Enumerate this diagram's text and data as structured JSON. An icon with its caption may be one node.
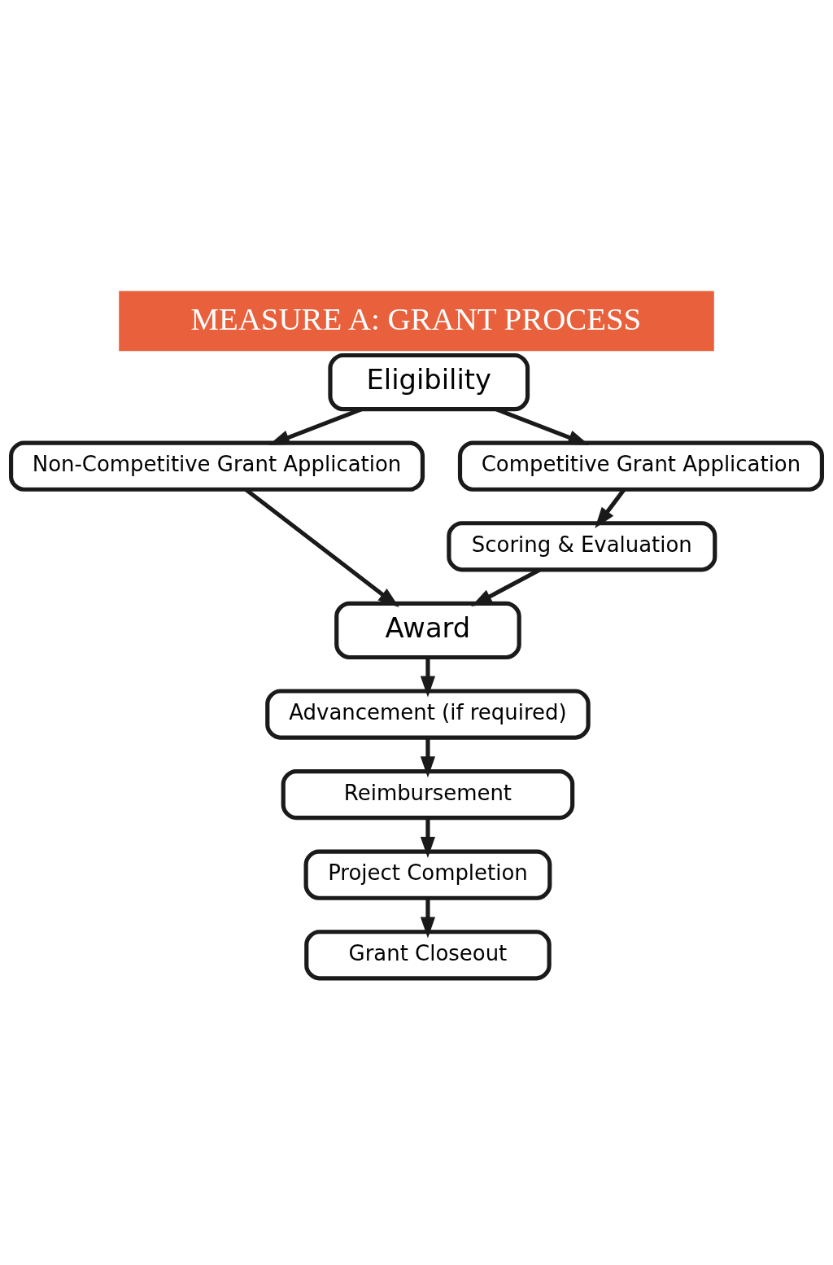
{
  "diagram": {
    "title": "MEASURE A: GRANT PROCESS",
    "nodes": [
      {
        "text": [
          "Eligibility"
        ]
      },
      {
        "text": [
          "Non-Competitive Grant Application"
        ]
      },
      {
        "text": [
          "Competitive Grant Application"
        ]
      },
      {
        "text": [
          "Scoring & Evaluation"
        ]
      },
      {
        "text": [
          "Award"
        ]
      },
      {
        "text": [
          "Advancement (if required)"
        ]
      },
      {
        "text": [
          "Reimbursement"
        ]
      },
      {
        "text": [
          "Project Completion"
        ]
      },
      {
        "text": [
          "Grant Closeout"
        ]
      }
    ],
    "edges": [
      {
        "from": 0,
        "to": 1,
        "arrow": "to"
      },
      {
        "from": 0,
        "to": 2,
        "arrow": "to"
      },
      {
        "from": 2,
        "to": 3,
        "arrow": "to"
      },
      {
        "from": 1,
        "to": 4,
        "arrow": "to"
      },
      {
        "from": 3,
        "to": 4,
        "arrow": "to"
      },
      {
        "from": 4,
        "to": 5,
        "arrow": "to"
      },
      {
        "from": 5,
        "to": 6,
        "arrow": "to"
      },
      {
        "from": 6,
        "to": 7,
        "arrow": "to"
      },
      {
        "from": 7,
        "to": 8,
        "arrow": "to"
      }
    ]
  }
}
